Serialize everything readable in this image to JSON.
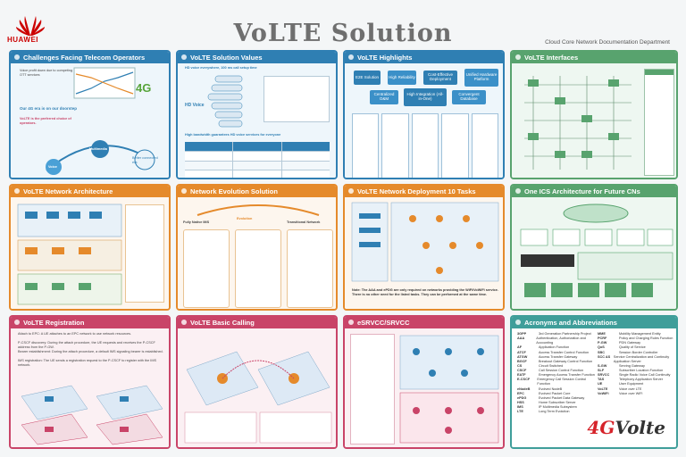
{
  "brand": {
    "name": "HUAWEI",
    "color": "#cc0000"
  },
  "title": "VoLTE Solution",
  "department": "Cloud Core Network Documentation Department",
  "panels": {
    "challenges": {
      "title": "Challenges Facing Telecom Operators",
      "t1": "Voice profit down due to competing OTT services",
      "t2": "Our 4G era is on our doorstep",
      "t3": "VoLTE is the preferred choice of operators.",
      "badge": "4G",
      "labels": [
        "Voice",
        "Multimedia",
        "Better connected era"
      ]
    },
    "values": {
      "title": "VoLTE Solution Values",
      "t1": "HD voice everywhere, 100 ms call setup time",
      "t2": "High bandwidth guarantees HD voice services for everyone",
      "hd": "HD Voice"
    },
    "highlights": {
      "title": "VoLTE Highlights",
      "boxes": [
        "E2E Solution",
        "High Reliability",
        "Cost-Effective Deployment",
        "Unified Hardware Platform",
        "Centralized O&M",
        "High Integration (All-in-One)",
        "Convergent Database"
      ]
    },
    "interfaces": {
      "title": "VoLTE Interfaces"
    },
    "architecture": {
      "title": "VoLTE Network Architecture"
    },
    "evolution": {
      "title": "Network Evolution Solution",
      "labels": [
        "Fully Native IMS",
        "Evolution",
        "Transitional Network"
      ]
    },
    "deployment": {
      "title": "VoLTE Network Deployment 10 Tasks",
      "note": "Note: The AAA and ePDG are only required on networks providing the WiFi/VoWiFi service. There is no other need for the listed tasks. They can be performed at the same time."
    },
    "ics": {
      "title": "One ICS Architecture for Future CNs"
    },
    "registration": {
      "title": "VoLTE Registration",
      "steps": [
        "Attach to EPC: A UE attaches to an EPC network to use network resources.",
        "P-CSCF discovery: During the attach procedure, the UE requests and receives the P-CSCF address from the P-GW.",
        "Bearer establishment: During the attach procedure, a default IMS signaling bearer is established.",
        "IMS registration: The UE sends a registration request to the P-CSCF to register with the IMS network."
      ]
    },
    "calling": {
      "title": "VoLTE Basic Calling"
    },
    "srvcc": {
      "title": "eSRVCC/SRVCC"
    },
    "acronyms": {
      "title": "Acronyms and Abbreviations"
    }
  },
  "acronyms_left": [
    [
      "3GPP",
      "3rd Generation Partnership Project"
    ],
    [
      "AAA",
      "Authentication, Authorization and Accounting"
    ],
    [
      "AF",
      "Application Function"
    ],
    [
      "ATCF",
      "Access Transfer Control Function"
    ],
    [
      "ATGW",
      "Access Transfer Gateway"
    ],
    [
      "BGCF",
      "Breakout Gateway Control Function"
    ],
    [
      "CS",
      "Circuit Switched"
    ],
    [
      "CSCF",
      "Call Session Control Function"
    ],
    [
      "EATF",
      "Emergency Access Transfer Function"
    ],
    [
      "E-CSCF",
      "Emergency Call Session Control Function"
    ],
    [
      "eNodeB",
      "Evolved NodeB"
    ],
    [
      "EPC",
      "Evolved Packet Core"
    ],
    [
      "ePDG",
      "Evolved Packet Data Gateway"
    ],
    [
      "HSS",
      "Home Subscriber Server"
    ],
    [
      "IMS",
      "IP Multimedia Subsystem"
    ],
    [
      "LTE",
      "Long Term Evolution"
    ]
  ],
  "acronyms_right": [
    [
      "MME",
      "Mobility Management Entity"
    ],
    [
      "PCRF",
      "Policy and Charging Rules Function"
    ],
    [
      "P-GW",
      "PDN Gateway"
    ],
    [
      "QoS",
      "Quality of Service"
    ],
    [
      "SBC",
      "Session Border Controller"
    ],
    [
      "SCC AS",
      "Service Centralization and Continuity Application Server"
    ],
    [
      "S-GW",
      "Serving Gateway"
    ],
    [
      "SLF",
      "Subscriber Location Function"
    ],
    [
      "SRVCC",
      "Single Radio Voice Call Continuity"
    ],
    [
      "TAS",
      "Telephony Application Server"
    ],
    [
      "UE",
      "User Equipment"
    ],
    [
      "VoLTE",
      "Voice over LTE"
    ],
    [
      "VoWiFi",
      "Voice over WiFi"
    ]
  ],
  "volte_logo": {
    "a": "4G",
    "b": "Volte"
  }
}
